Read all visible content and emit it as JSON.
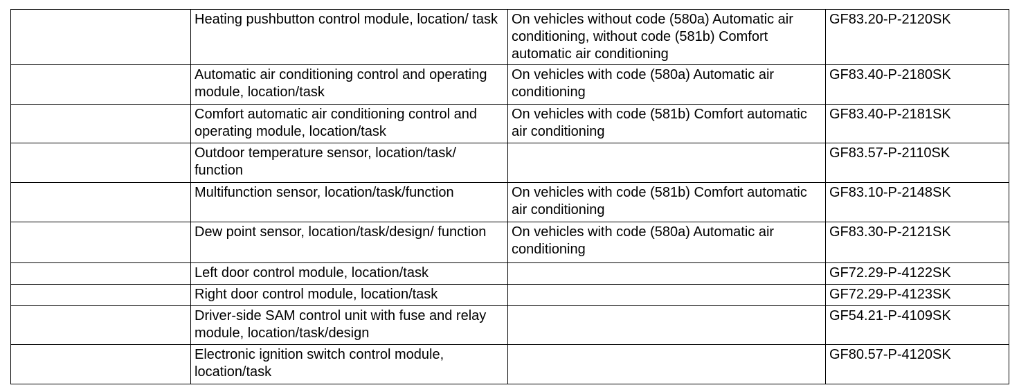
{
  "table": {
    "rows": [
      {
        "blank": "",
        "component": "Heating pushbutton control module, location/ task",
        "condition": "On vehicles  without code (580a) Automatic air conditioning, without code (581b) Comfort automatic air conditioning",
        "document": "GF83.20-P-2120SK"
      },
      {
        "blank": "",
        "component": "Automatic air conditioning control and operating module, location/task",
        "condition": "On vehicles with code (580a) Automatic air conditioning",
        "document": "GF83.40-P-2180SK"
      },
      {
        "blank": "",
        "component": "Comfort automatic air conditioning control and operating module, location/task",
        "condition": "On vehicles with code (581b) Comfort automatic air conditioning",
        "document": "GF83.40-P-2181SK"
      },
      {
        "blank": "",
        "component": "Outdoor temperature sensor, location/task/ function",
        "condition": "",
        "document": "GF83.57-P-2110SK"
      },
      {
        "blank": "",
        "component": "Multifunction sensor, location/task/function",
        "condition": "On vehicles with code (581b) Comfort automatic air conditioning",
        "document": "GF83.10-P-2148SK"
      },
      {
        "blank": "",
        "component": "Dew point sensor, location/task/design/ function",
        "condition": "On vehicles with code (580a) Automatic air conditioning",
        "document": "GF83.30-P-2121SK"
      },
      {
        "blank": "",
        "component": "Left door control module, location/task",
        "condition": "",
        "document": "GF72.29-P-4122SK"
      },
      {
        "blank": "",
        "component": "Right door control module, location/task",
        "condition": "",
        "document": "GF72.29-P-4123SK"
      },
      {
        "blank": "",
        "component": "Driver-side SAM control unit with fuse and relay module, location/task/design",
        "condition": "",
        "document": "GF54.21-P-4109SK"
      },
      {
        "blank": "",
        "component": "Electronic ignition switch control module, location/task",
        "condition": "",
        "document": "GF80.57-P-4120SK"
      }
    ]
  }
}
